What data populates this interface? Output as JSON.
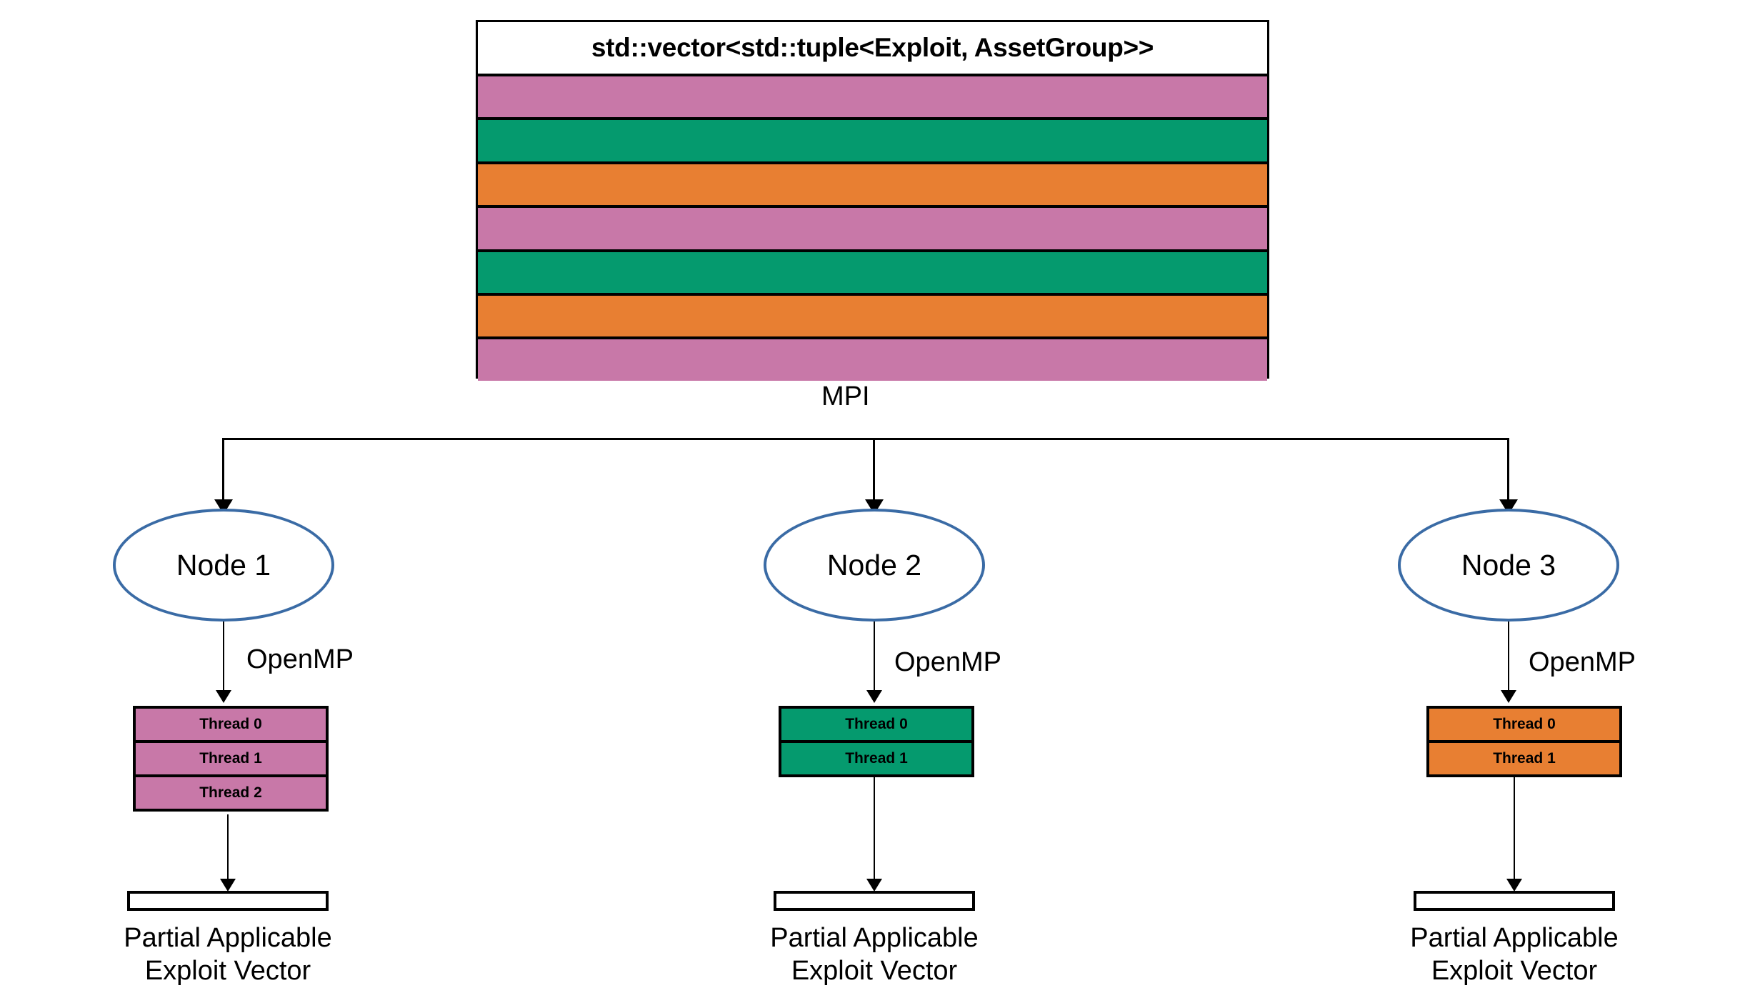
{
  "diagram": {
    "title": "std::vector<std::tuple<Exploit, AssetGroup>>",
    "mpi_label": "MPI",
    "colors": {
      "pink": "#C878A8",
      "green": "#059A6E",
      "orange": "#E87F32",
      "ellipse_border": "#3A6BA5",
      "outline": "#000000",
      "background": "#FFFFFF"
    },
    "vector_bands": [
      {
        "color_name": "pink",
        "color": "#C878A8"
      },
      {
        "color_name": "green",
        "color": "#059A6E"
      },
      {
        "color_name": "orange",
        "color": "#E87F32"
      },
      {
        "color_name": "pink",
        "color": "#C878A8"
      },
      {
        "color_name": "green",
        "color": "#059A6E"
      },
      {
        "color_name": "orange",
        "color": "#E87F32"
      },
      {
        "color_name": "pink",
        "color": "#C878A8"
      }
    ],
    "nodes": [
      {
        "label": "Node 1",
        "omp_label": "OpenMP",
        "thread_color": "#C878A8",
        "threads": [
          {
            "label": "Thread 0"
          },
          {
            "label": "Thread 1"
          },
          {
            "label": "Thread 2"
          }
        ],
        "result_caption_line1": "Partial Applicable",
        "result_caption_line2": "Exploit Vector"
      },
      {
        "label": "Node 2",
        "omp_label": "OpenMP",
        "thread_color": "#059A6E",
        "threads": [
          {
            "label": "Thread 0"
          },
          {
            "label": "Thread 1"
          }
        ],
        "result_caption_line1": "Partial Applicable",
        "result_caption_line2": "Exploit Vector"
      },
      {
        "label": "Node 3",
        "omp_label": "OpenMP",
        "thread_color": "#E87F32",
        "threads": [
          {
            "label": "Thread 0"
          },
          {
            "label": "Thread 1"
          }
        ],
        "result_caption_line1": "Partial Applicable",
        "result_caption_line2": "Exploit Vector"
      }
    ]
  }
}
